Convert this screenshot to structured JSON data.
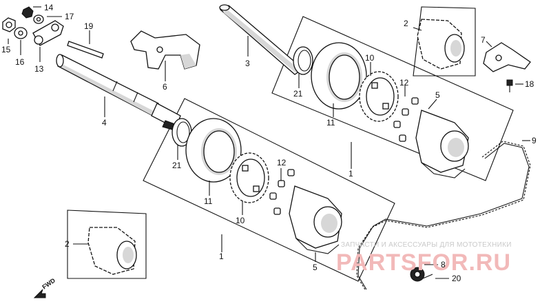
{
  "part_labels": {
    "p1a": "1",
    "p1b": "1",
    "p2a": "2",
    "p2b": "2",
    "p3": "3",
    "p4": "4",
    "p5a": "5",
    "p5b": "5",
    "p6": "6",
    "p7": "7",
    "p8": "8",
    "p9": "9",
    "p10a": "10",
    "p10b": "10",
    "p11a": "11",
    "p11b": "11",
    "p12a": "12",
    "p12b": "12",
    "p13": "13",
    "p14": "14",
    "p15": "15",
    "p16": "16",
    "p17": "17",
    "p18": "18",
    "p19": "19",
    "p20": "20",
    "p21a": "21",
    "p21b": "21"
  },
  "fwd_label": "FWD",
  "watermark": {
    "top_text": "ЗАПЧАСТИ И АКСЕССУАРЫ ДЛЯ МОТОТЕХНИКИ",
    "brand_text": "PARTSFOR.RU"
  }
}
